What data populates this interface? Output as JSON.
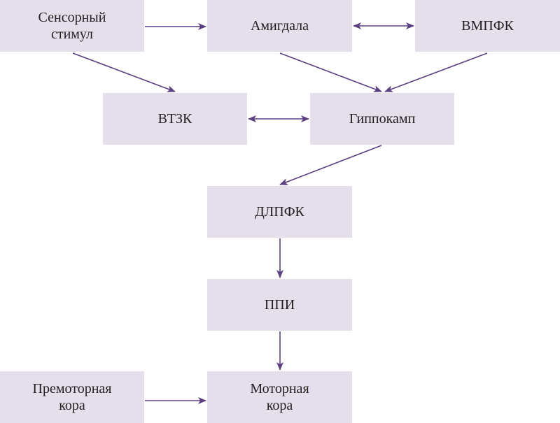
{
  "colors": {
    "box_fill": "#e4dfea",
    "arrow": "#5b3f82",
    "text": "#231f20"
  },
  "nodes": {
    "sensory_stimulus": {
      "line1": "Сенсорный",
      "line2": "стимул"
    },
    "amygdala": {
      "label": "Амигдала"
    },
    "vmpfc": {
      "label": "ВМПФК"
    },
    "vtzk": {
      "label": "ВТЗК"
    },
    "hippocampus": {
      "label": "Гиппокамп"
    },
    "dlpfc": {
      "label": "ДЛПФК"
    },
    "ppi": {
      "label": "ППИ"
    },
    "premotor_cortex": {
      "line1": "Премоторная",
      "line2": "кора"
    },
    "motor_cortex": {
      "line1": "Моторная",
      "line2": "кора"
    }
  },
  "edges": [
    {
      "from": "sensory_stimulus",
      "to": "amygdala",
      "direction": "forward"
    },
    {
      "from": "amygdala",
      "to": "vmpfc",
      "direction": "both"
    },
    {
      "from": "sensory_stimulus",
      "to": "vtzk",
      "direction": "forward"
    },
    {
      "from": "amygdala",
      "to": "hippocampus",
      "direction": "forward"
    },
    {
      "from": "vmpfc",
      "to": "hippocampus",
      "direction": "forward"
    },
    {
      "from": "vtzk",
      "to": "hippocampus",
      "direction": "both"
    },
    {
      "from": "hippocampus",
      "to": "dlpfc",
      "direction": "forward"
    },
    {
      "from": "dlpfc",
      "to": "ppi",
      "direction": "forward"
    },
    {
      "from": "ppi",
      "to": "motor_cortex",
      "direction": "forward"
    },
    {
      "from": "premotor_cortex",
      "to": "motor_cortex",
      "direction": "forward"
    }
  ]
}
